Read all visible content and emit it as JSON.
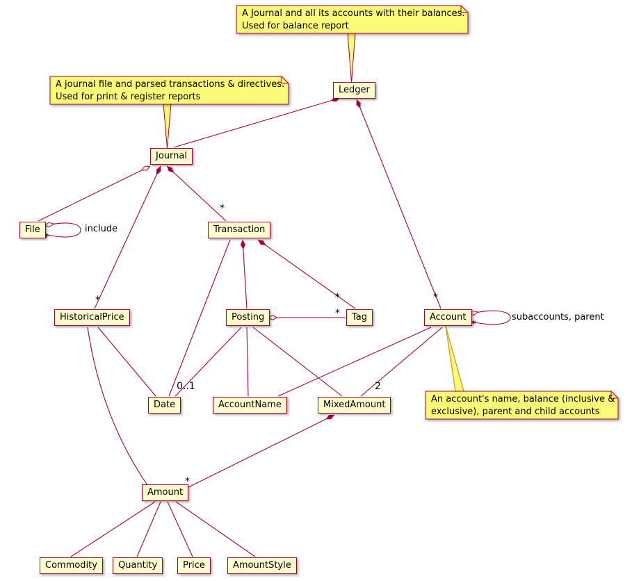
{
  "diagram": {
    "classes": {
      "ledger": "Ledger",
      "journal": "Journal",
      "file": "File",
      "transaction": "Transaction",
      "historical_price": "HistoricalPrice",
      "posting": "Posting",
      "tag": "Tag",
      "account": "Account",
      "date": "Date",
      "account_name": "AccountName",
      "mixed_amount": "MixedAmount",
      "amount": "Amount",
      "commodity": "Commodity",
      "quantity": "Quantity",
      "price": "Price",
      "amount_style": "AmountStyle"
    },
    "notes": {
      "ledger_note": {
        "line1": "A Journal and all its accounts with their balances.",
        "line2": "Used for balance report"
      },
      "journal_note": {
        "line1": "A journal file and parsed transactions & directives.",
        "line2": "Used for print & register reports"
      },
      "account_note": {
        "line1": "An account's name, balance (inclusive &",
        "line2": "exclusive), parent and child accounts"
      }
    },
    "edge_labels": {
      "include": "include",
      "subaccounts_parent": "subaccounts, parent",
      "many": "*",
      "optional": "0..1",
      "two": "2"
    },
    "colors": {
      "line": "#A80036",
      "class_fill": "#FEFECE",
      "note_fill": "#FBFB77",
      "note_tail_accent": "#D49017"
    }
  }
}
